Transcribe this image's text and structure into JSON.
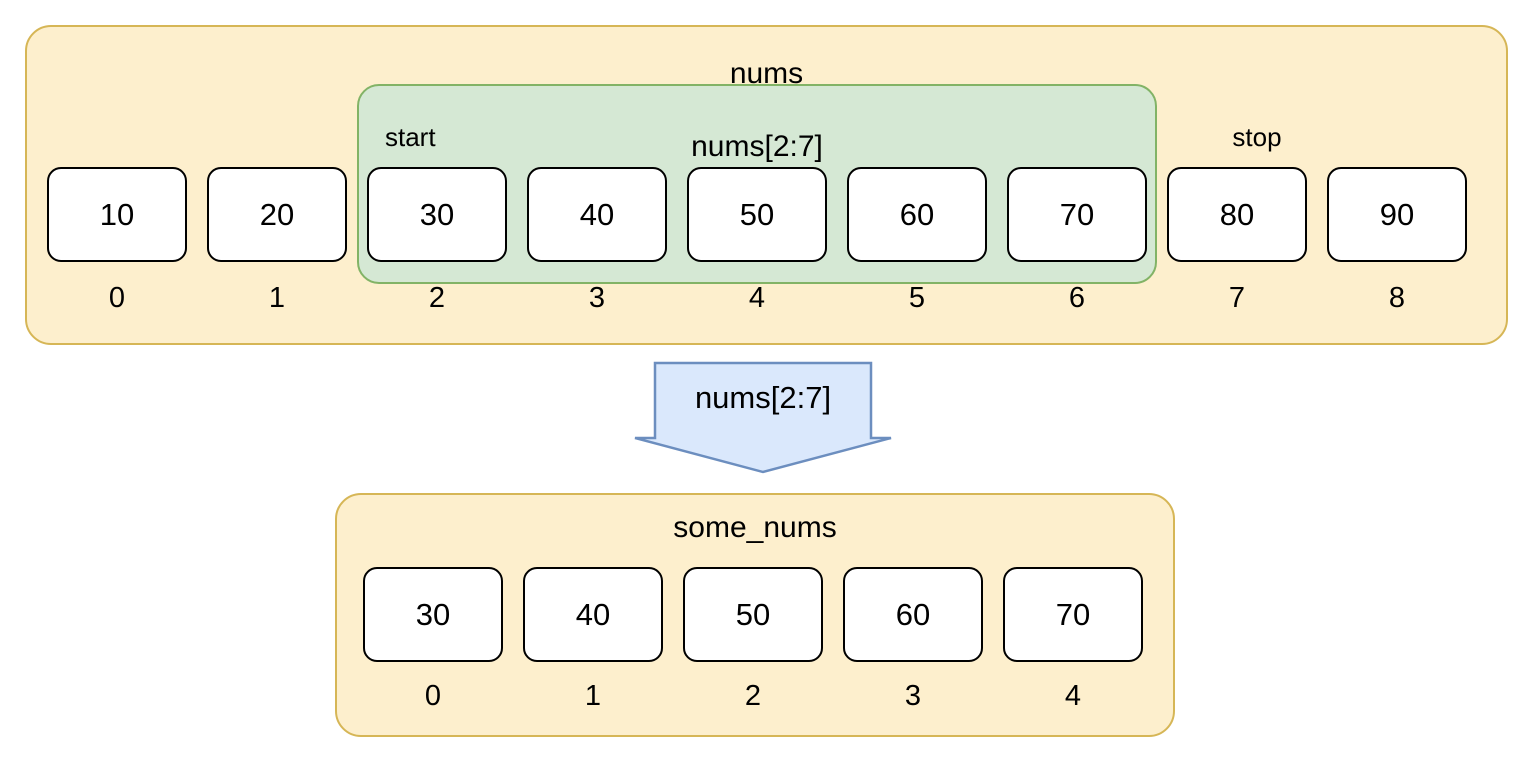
{
  "diagram": {
    "title_visible": false,
    "colors": {
      "array_fill": "#fdefcd",
      "array_stroke": "#d6b656",
      "slice_fill": "#d5e8d4",
      "slice_stroke": "#82b366",
      "cell_fill": "#ffffff",
      "cell_stroke": "#000000",
      "arrow_fill": "#dae8fc",
      "arrow_stroke": "#6c8ebf",
      "text": "#000000"
    }
  },
  "source_array": {
    "name": "nums",
    "cells": [
      {
        "value": "10",
        "index": "0",
        "in_slice": false
      },
      {
        "value": "20",
        "index": "1",
        "in_slice": false
      },
      {
        "value": "30",
        "index": "2",
        "in_slice": true
      },
      {
        "value": "40",
        "index": "3",
        "in_slice": true
      },
      {
        "value": "50",
        "index": "4",
        "in_slice": true
      },
      {
        "value": "60",
        "index": "5",
        "in_slice": true
      },
      {
        "value": "70",
        "index": "6",
        "in_slice": true
      },
      {
        "value": "80",
        "index": "7",
        "in_slice": false
      },
      {
        "value": "90",
        "index": "8",
        "in_slice": false
      }
    ]
  },
  "slice_region": {
    "label": "nums[2:7]",
    "start_marker": "start",
    "stop_marker": "stop",
    "start_index": "2",
    "stop_index": "7"
  },
  "arrow": {
    "label": "nums[2:7]",
    "direction": "down"
  },
  "result_array": {
    "name": "some_nums",
    "cells": [
      {
        "value": "30",
        "index": "0"
      },
      {
        "value": "40",
        "index": "1"
      },
      {
        "value": "50",
        "index": "2"
      },
      {
        "value": "60",
        "index": "3"
      },
      {
        "value": "70",
        "index": "4"
      }
    ]
  }
}
